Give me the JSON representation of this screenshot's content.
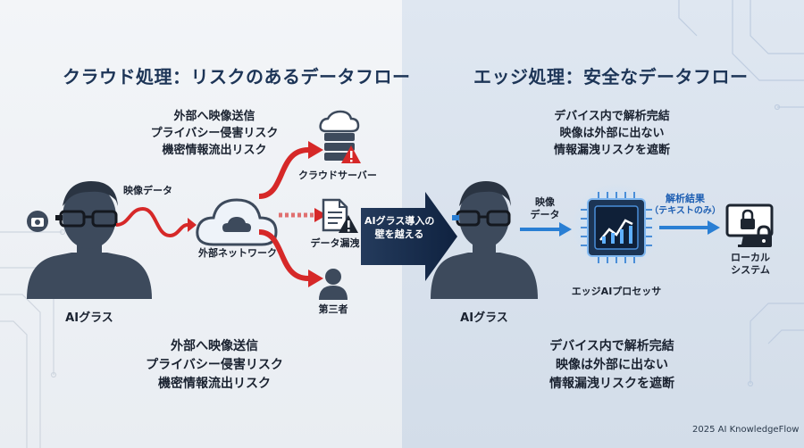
{
  "left": {
    "title": "クラウド処理：リスクのあるデータフロー",
    "risks_top": [
      "外部へ映像送信",
      "プライバシー侵害リスク",
      "機密情報流出リスク"
    ],
    "video_label": "映像データ",
    "network_label": "外部ネットワーク",
    "server_label": "クラウドサーバー",
    "leak_label": "データ漏洩",
    "third_party_label": "第三者",
    "glasses_label": "AIグラス",
    "risks_bottom": [
      "外部へ映像送信",
      "プライバシー侵害リスク",
      "機密情報流出リスク"
    ]
  },
  "center": {
    "arrow_lines": [
      "AIグラス導入の",
      "壁を越える"
    ]
  },
  "right": {
    "title": "エッジ処理：安全なデータフロー",
    "benefits_top": [
      "デバイス内で解析完結",
      "映像は外部に出ない",
      "情報漏洩リスクを遮断"
    ],
    "video_label_lines": [
      "映像",
      "データ"
    ],
    "result_label_lines": [
      "解析結果",
      "（テキストのみ）"
    ],
    "processor_label": "エッジAIプロセッサ",
    "local_label_lines": [
      "ローカル",
      "システム"
    ],
    "glasses_label": "AIグラス",
    "benefits_bottom": [
      "デバイス内で解析完結",
      "映像は外部に出ない",
      "情報漏洩リスクを遮断"
    ]
  },
  "credit": "2025 AI KnowledgeFlow",
  "colors": {
    "risk": "#d62828",
    "safe": "#2a7fd4",
    "title": "#1d3557",
    "person": "#3d4a5c"
  }
}
